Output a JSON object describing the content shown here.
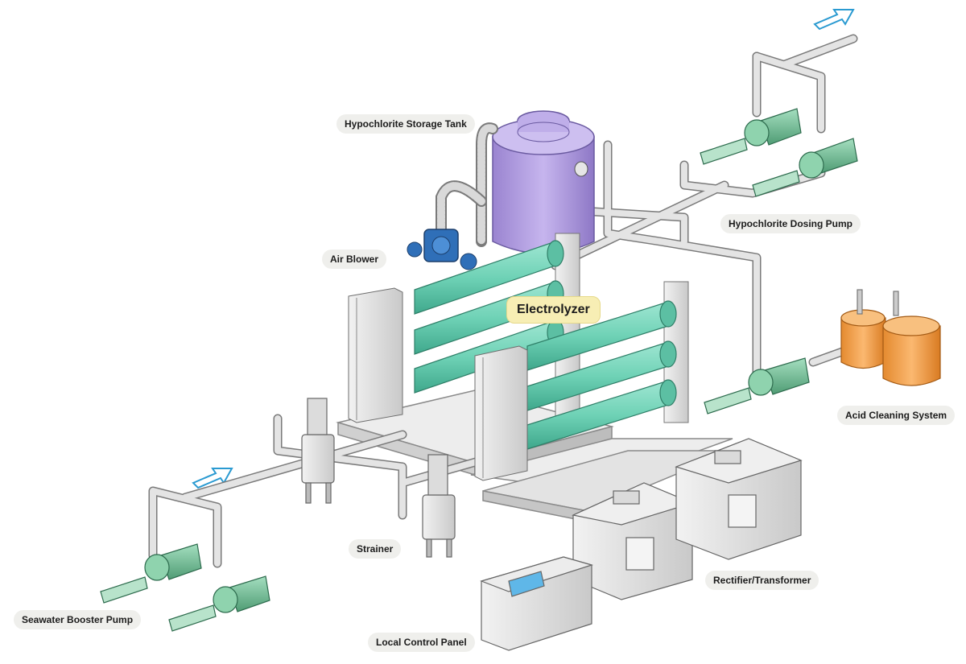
{
  "labels": {
    "hypochlorite_storage_tank": "Hypochlorite Storage Tank",
    "hypochlorite_dosing_pump": "Hypochlorite Dosing Pump",
    "air_blower": "Air Blower",
    "electrolyzer": "Electrolyzer",
    "acid_cleaning_system": "Acid Cleaning System",
    "strainer": "Strainer",
    "rectifier_transformer": "Rectifier/Transformer",
    "seawater_booster_pump": "Seawater Booster Pump",
    "local_control_panel": "Local Control Panel"
  },
  "colors": {
    "electrolyzer_cell": "#6fd2b6",
    "tank": "#b39de0",
    "acid_tank": "#f6a14a",
    "pump": "#7fcaa0",
    "pipe": "#dcdcdc",
    "frame": "#e8e8e8",
    "flow_arrow": "#2a9ad1",
    "label_bg": "#efefec",
    "main_label_bg": "#f7eeb4"
  }
}
